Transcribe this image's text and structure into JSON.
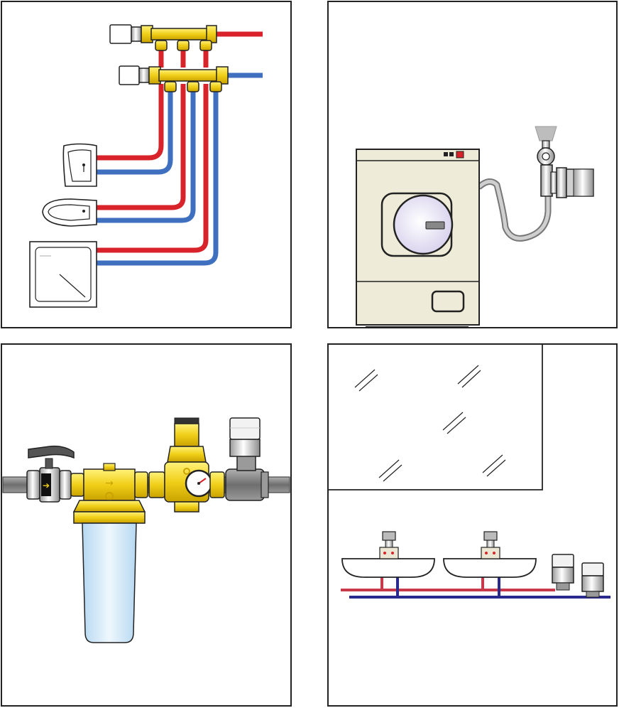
{
  "colors": {
    "hot": "#d8232a",
    "cold": "#3f6fbf",
    "brass": "#f0cf18",
    "frame": "#222222",
    "appliance": "#eeecd8",
    "pipe_grey": "#8a8a8a",
    "filter_bowl": "#cfe6f7",
    "drum": "#ece8f6",
    "light_red": "#c8394a",
    "dark_blue": "#2a2a8e"
  },
  "panels": [
    {
      "id": "manifold-distribution",
      "icons": [
        "manifold-valve-icon",
        "washbasin-icon",
        "bidet-icon",
        "shower-tray-icon"
      ]
    },
    {
      "id": "washing-machine",
      "icons": [
        "washing-machine-icon",
        "flexible-hose-icon",
        "angle-valve-icon"
      ]
    },
    {
      "id": "filter-reducer-assembly",
      "icons": [
        "ball-valve-icon",
        "filter-icon",
        "pressure-reducer-icon",
        "pressure-gauge-icon",
        "thermostatic-valve-icon"
      ]
    },
    {
      "id": "bathroom-washbasins",
      "icons": [
        "mirror-icon",
        "washbasin-icon",
        "shutoff-valve-icon"
      ]
    }
  ],
  "filter_direction_arrow": "→"
}
